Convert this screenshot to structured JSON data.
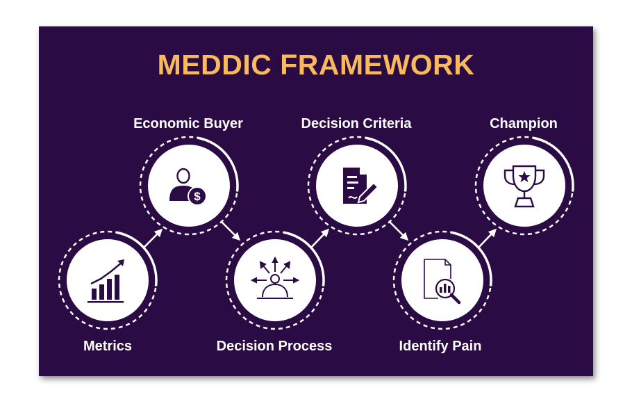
{
  "colors": {
    "background": "#2a0b43",
    "accent": "#f9ba5c",
    "circle": "#ffffff",
    "icon": "#2a0b43"
  },
  "title": "MEDDIC FRAMEWORK",
  "steps": [
    {
      "label": "Metrics",
      "icon": "growth-chart-icon"
    },
    {
      "label": "Economic Buyer",
      "icon": "buyer-dollar-icon"
    },
    {
      "label": "Decision Process",
      "icon": "decision-paths-icon"
    },
    {
      "label": "Decision Criteria",
      "icon": "document-signing-icon"
    },
    {
      "label": "Identify Pain",
      "icon": "document-search-icon"
    },
    {
      "label": "Champion",
      "icon": "trophy-icon"
    }
  ]
}
